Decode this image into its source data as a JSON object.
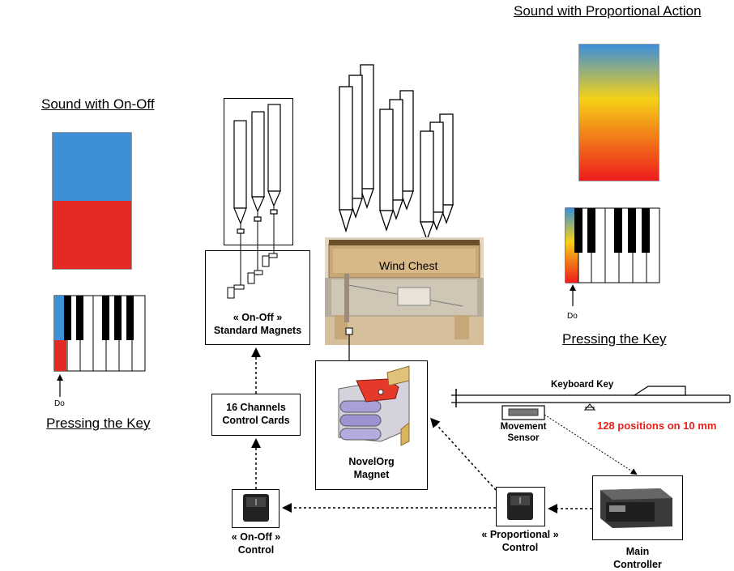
{
  "on_off_panel": {
    "title": "Sound with On-Off",
    "colors": {
      "top": "#3d8fd6",
      "bottom": "#e52a25"
    },
    "do_label": "Do",
    "pressing_label": "Pressing the Key"
  },
  "proportional_panel": {
    "title": "Sound with Proportional Action",
    "gradient": {
      "top": "#3b8edb",
      "middle": "#f5d117",
      "bottom": "#ee1c1c"
    },
    "do_label": "Do",
    "pressing_label": "Pressing the Key"
  },
  "standard_magnets": {
    "label_line1": "« On-Off »",
    "label_line2": "Standard Magnets"
  },
  "wind_chest": {
    "label": "Wind Chest"
  },
  "control_cards": {
    "label_line1": "16 Channels",
    "label_line2": "Control Cards"
  },
  "novelorg_magnet": {
    "label_line1": "NovelOrg",
    "label_line2": "Magnet"
  },
  "keyboard": {
    "key_label": "Keyboard Key",
    "sensor_line1": "Movement",
    "sensor_line2": "Sensor",
    "positions_label": "128 positions on 10 mm"
  },
  "on_off_control": {
    "label_line1": "« On-Off »",
    "label_line2": "Control"
  },
  "proportional_control": {
    "label_line1": "« Proportional »",
    "label_line2": "Control"
  },
  "main_controller": {
    "label_line1": "Main",
    "label_line2": "Controller"
  }
}
